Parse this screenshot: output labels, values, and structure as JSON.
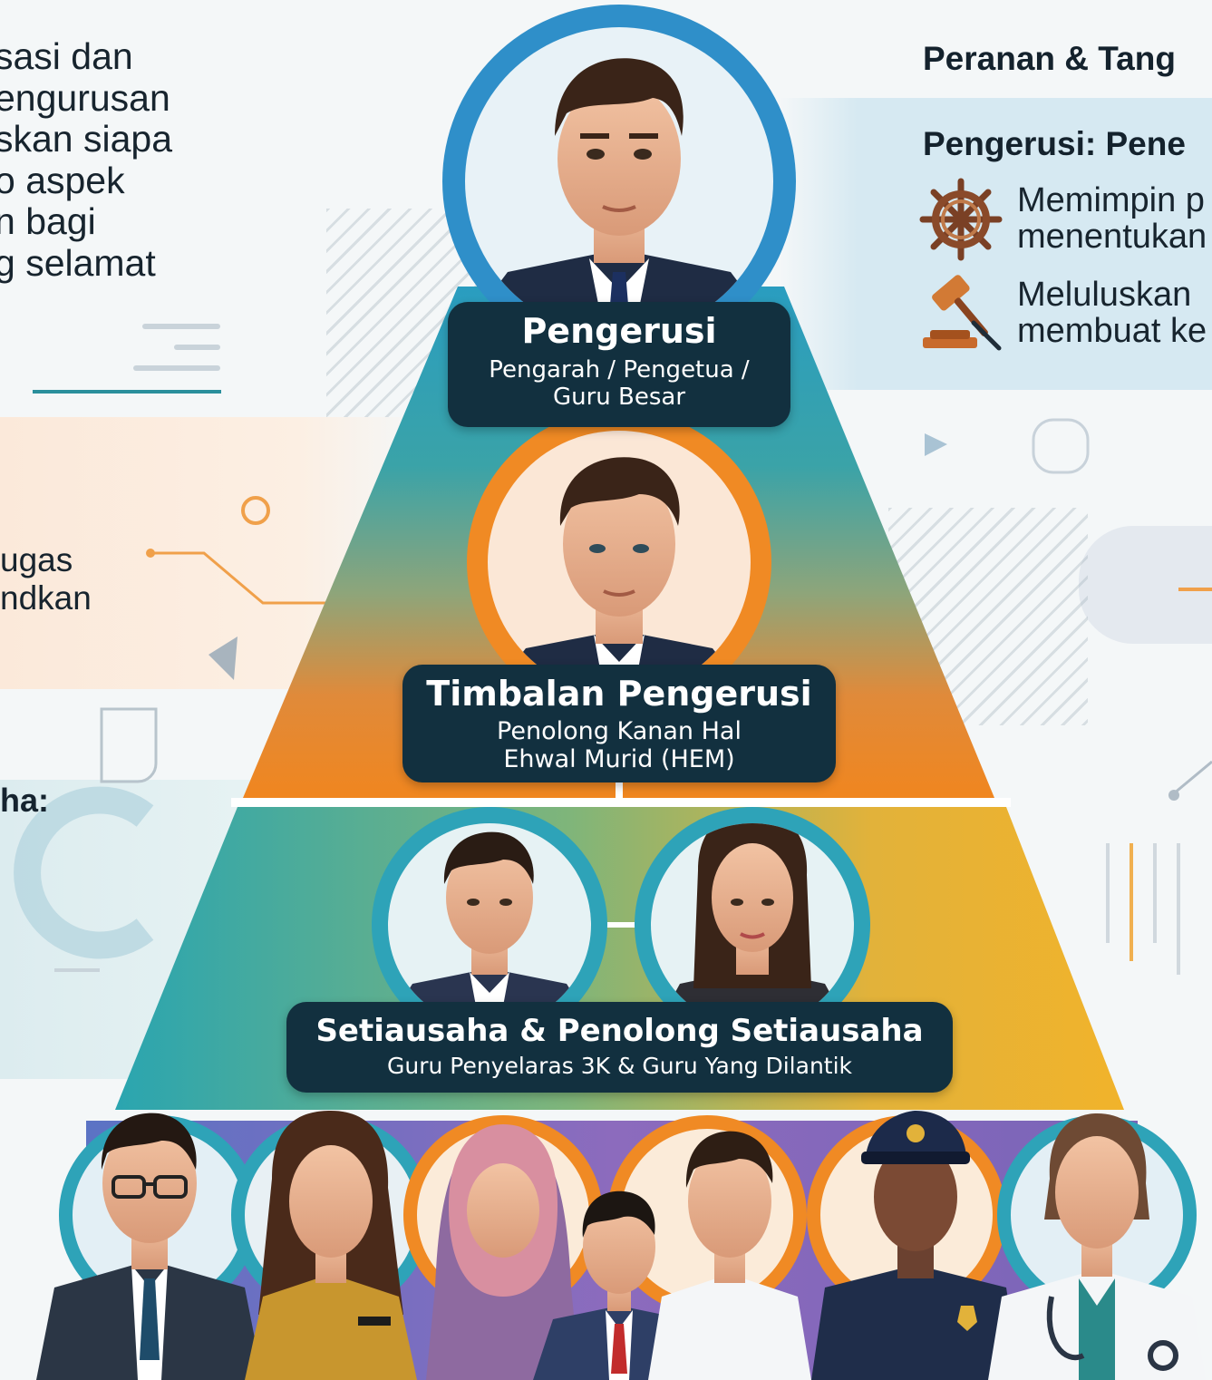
{
  "left_column": {
    "top_lines": [
      "sasi dan",
      "engurusan",
      "skan siapa",
      "o aspek",
      "n bagi",
      "g selamat"
    ],
    "mid_lines": [
      "ugas",
      "ndkan"
    ],
    "bottom_label": "ha:"
  },
  "right_column": {
    "header": "Peranan & Tang",
    "subheader": "Pengerusi: Pene",
    "items": [
      {
        "icon": "ship-wheel-icon",
        "line1": "Memimpin p",
        "line2": "menentukan"
      },
      {
        "icon": "gavel-icon",
        "line1": "Meluluskan",
        "line2": "membuat ke"
      }
    ]
  },
  "pyramid": {
    "levels": [
      {
        "title": "Pengerusi",
        "subtitle_lines": [
          "Pengarah / Pengetua /",
          "Guru Besar"
        ],
        "ring_color": "#2f8fc9"
      },
      {
        "title": "Timbalan Pengerusi",
        "subtitle_lines": [
          "Penolong Kanan Hal",
          "Ehwal Murid (HEM)"
        ],
        "ring_color": "#f08a24"
      },
      {
        "title": "Setiausaha & Penolong Setiausaha",
        "subtitle_lines": [
          "Guru Penyelaras 3K & Guru Yang Dilantik"
        ],
        "ring_color": "#2ea3b8"
      }
    ],
    "bottom_group": [
      "teacher-male",
      "teacher-female",
      "teacher-hijab",
      "student",
      "staff-male",
      "police-officer",
      "doctor"
    ]
  },
  "colors": {
    "navy_label": "#12303f",
    "teal": "#2aa0b0",
    "orange": "#f08a24",
    "yellow": "#f1b32b",
    "blue_ring": "#2f8fc9",
    "purple_band": "#7a64b8"
  }
}
